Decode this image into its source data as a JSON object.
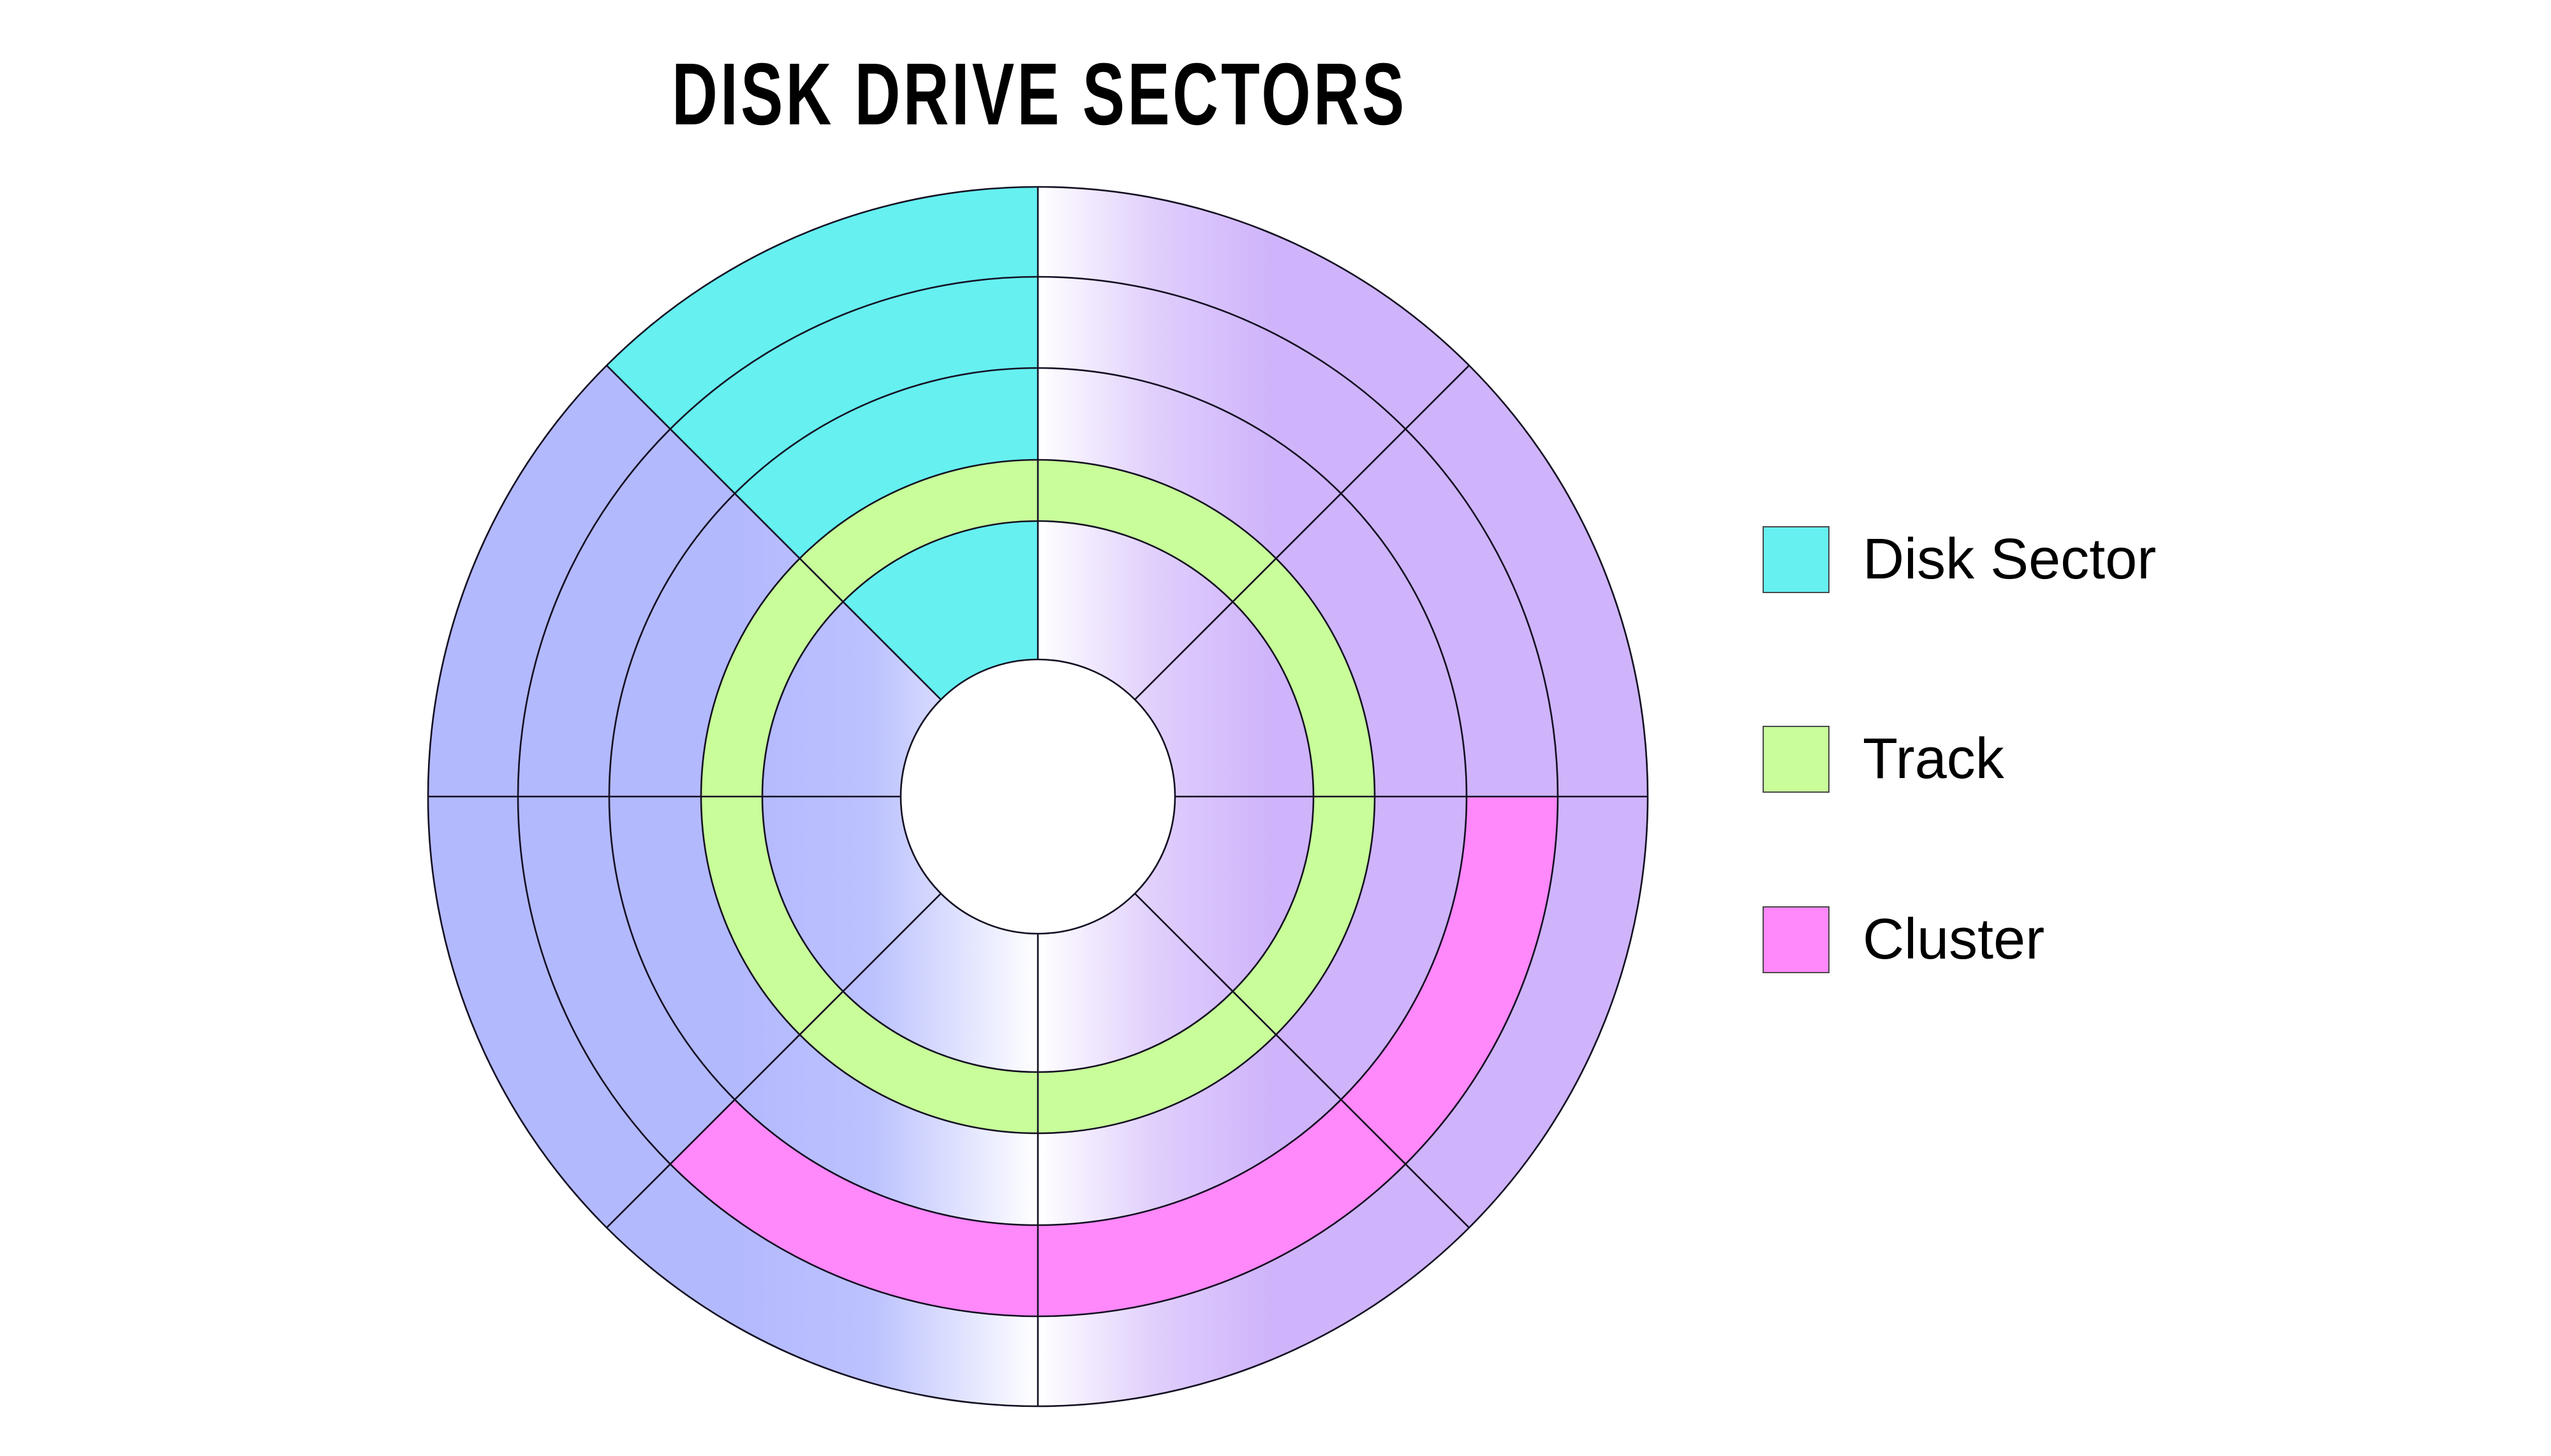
{
  "title": "DISK DRIVE SECTORS",
  "colors": {
    "disk_sector": "#66f0f0",
    "track": "#c8fd9a",
    "cluster": "#ff88fa",
    "platter_left": "#b3b9fd",
    "platter_right": "#cfb4fb",
    "stroke": "#141022"
  },
  "legend": [
    {
      "label": "Disk Sector",
      "color": "#66f0f0"
    },
    {
      "label": "Track",
      "color": "#c8fd9a"
    },
    {
      "label": "Cluster",
      "color": "#ff88fa"
    }
  ],
  "diagram": {
    "rings": 5,
    "sectors": 8,
    "highlighted": {
      "disk_sector": "one wedge (upper-left of vertical, 225°–270°) across all rings except the track",
      "track": "second-innermost ring (full circle)",
      "cluster": "three adjacent sectors of the second-outermost ring (0°–135°, lower right)"
    }
  }
}
